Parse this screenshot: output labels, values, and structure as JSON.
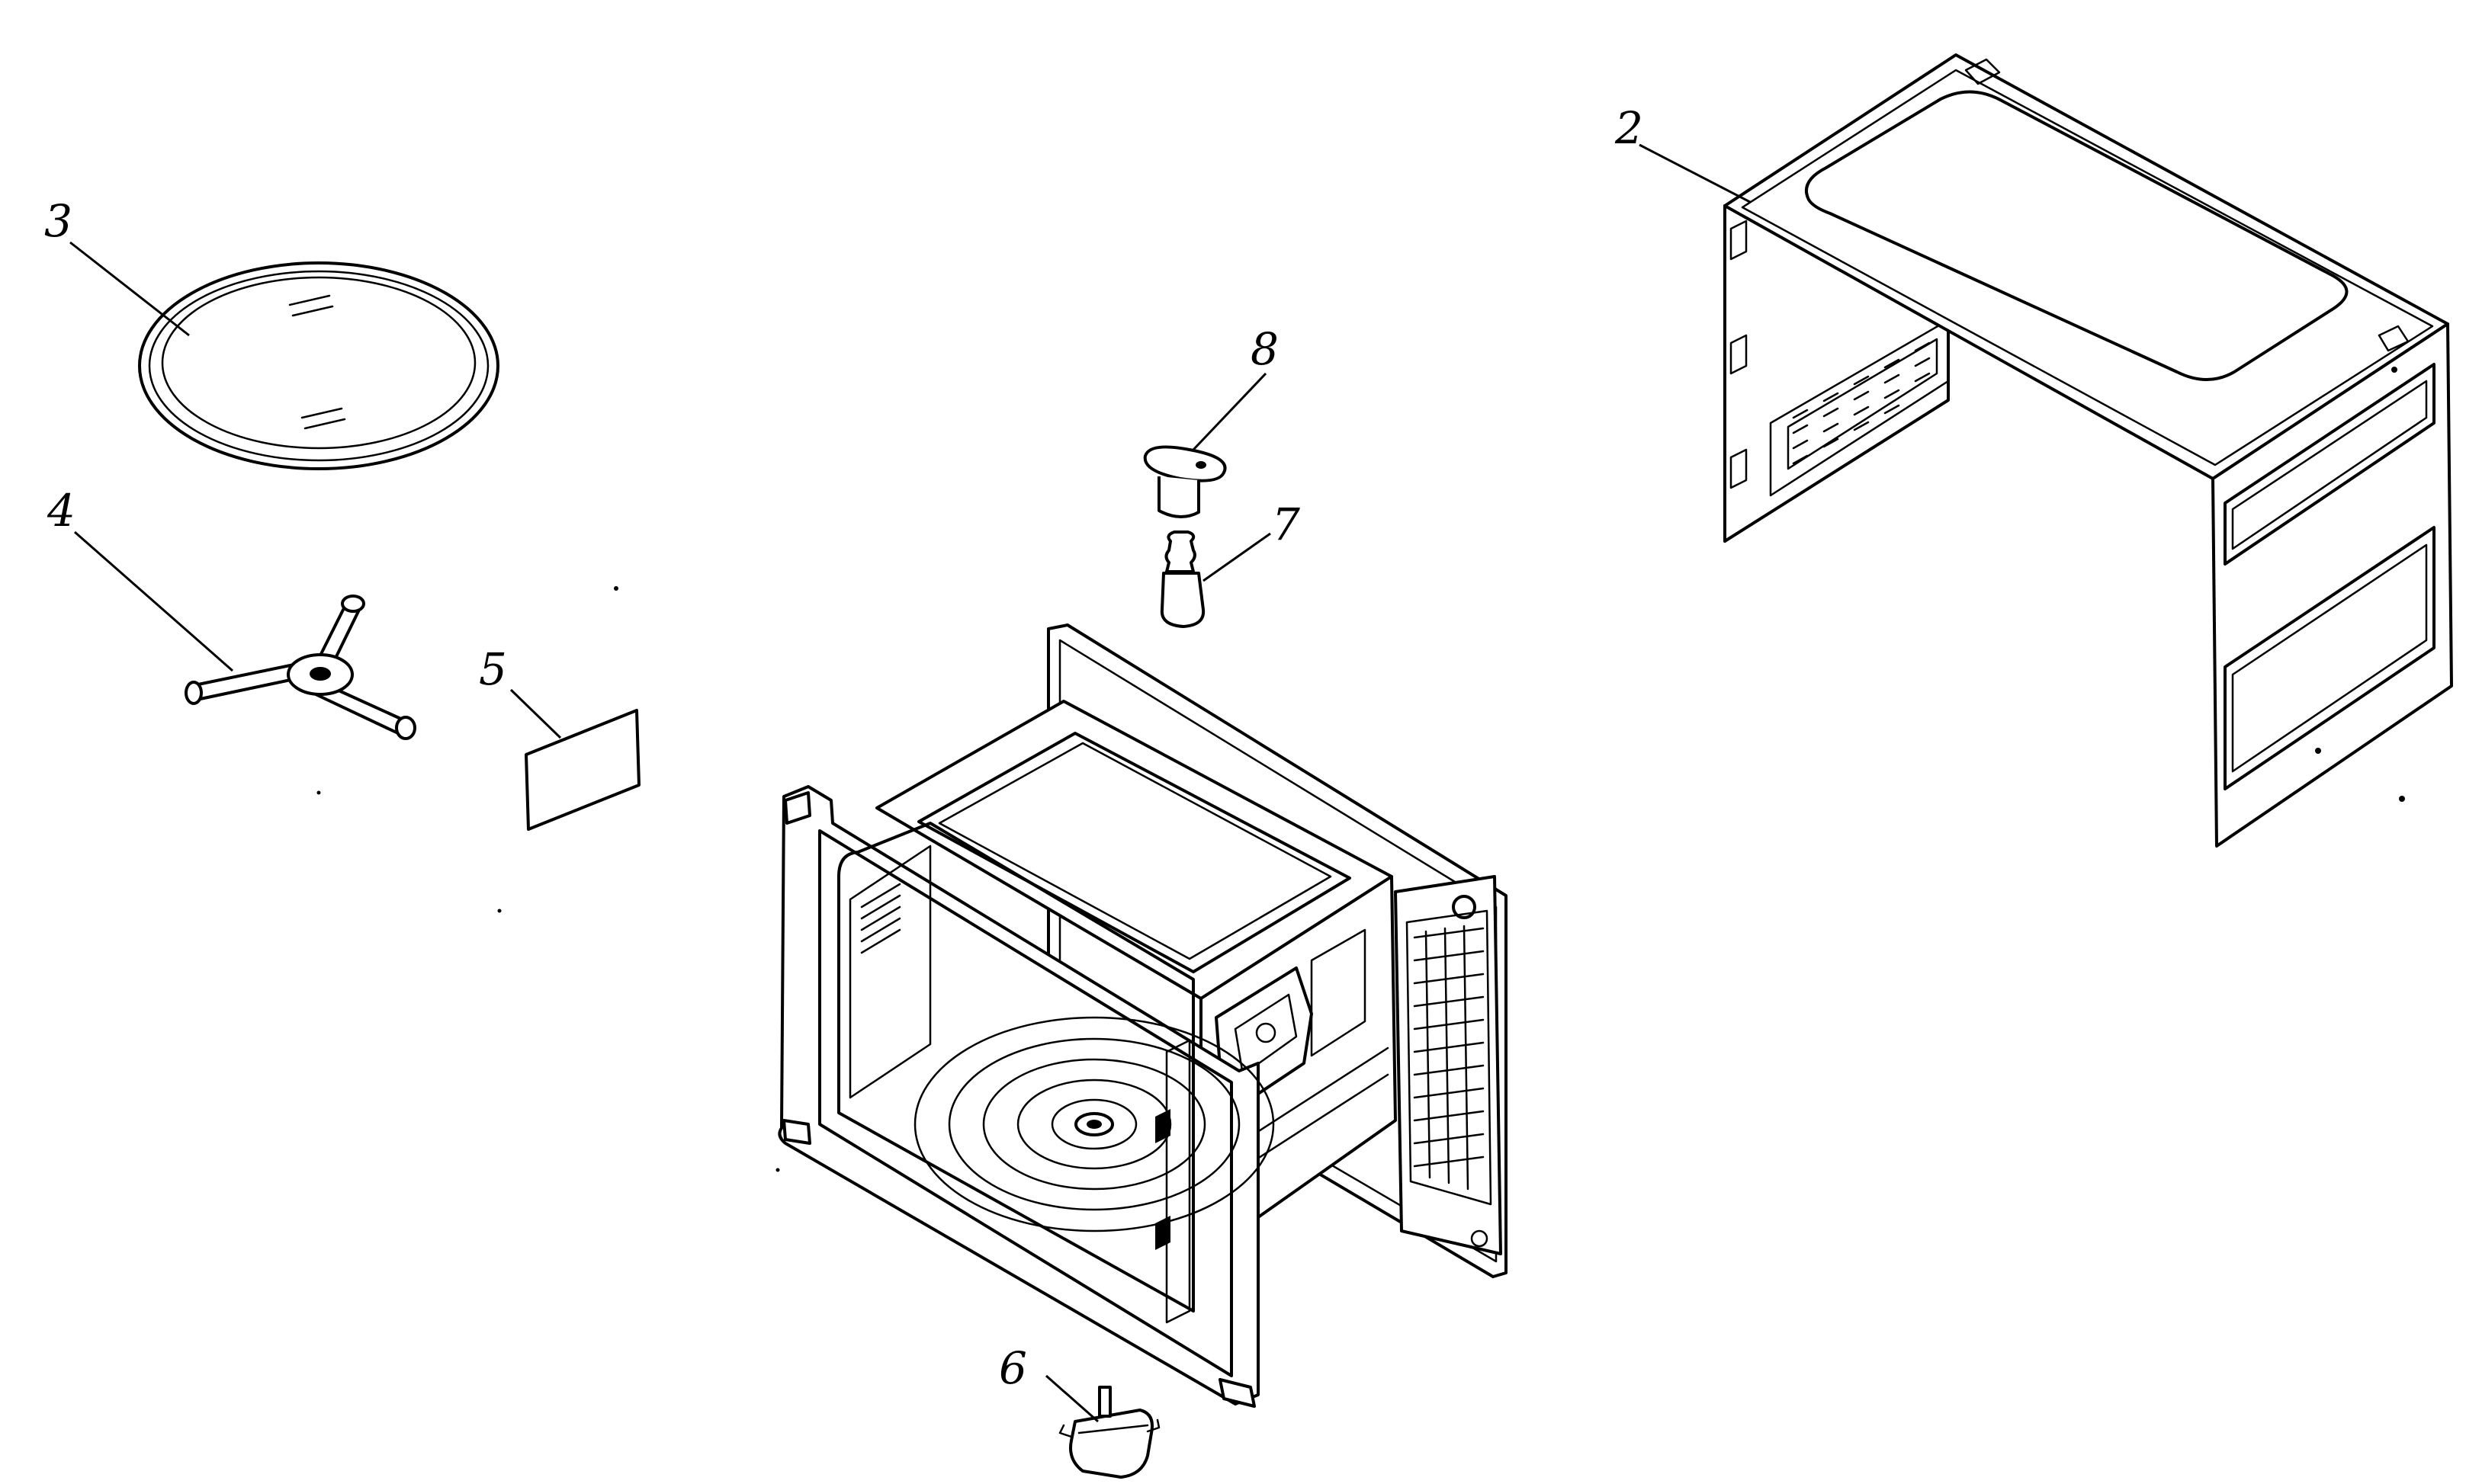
{
  "parts": [
    {
      "id": "part-2",
      "name": "outer-casing",
      "number": "2"
    },
    {
      "id": "part-3",
      "name": "glass-turntable",
      "number": "3"
    },
    {
      "id": "part-4",
      "name": "roller-ring",
      "number": "4"
    },
    {
      "id": "part-5",
      "name": "waveguide-cover",
      "number": "5"
    },
    {
      "id": "part-6",
      "name": "turntable-motor",
      "number": "6"
    },
    {
      "id": "part-7",
      "name": "lamp-holder",
      "number": "7"
    },
    {
      "id": "part-8",
      "name": "lamp-bulb",
      "number": "8"
    }
  ],
  "colors": {
    "line": "#000000",
    "background": "#ffffff"
  }
}
